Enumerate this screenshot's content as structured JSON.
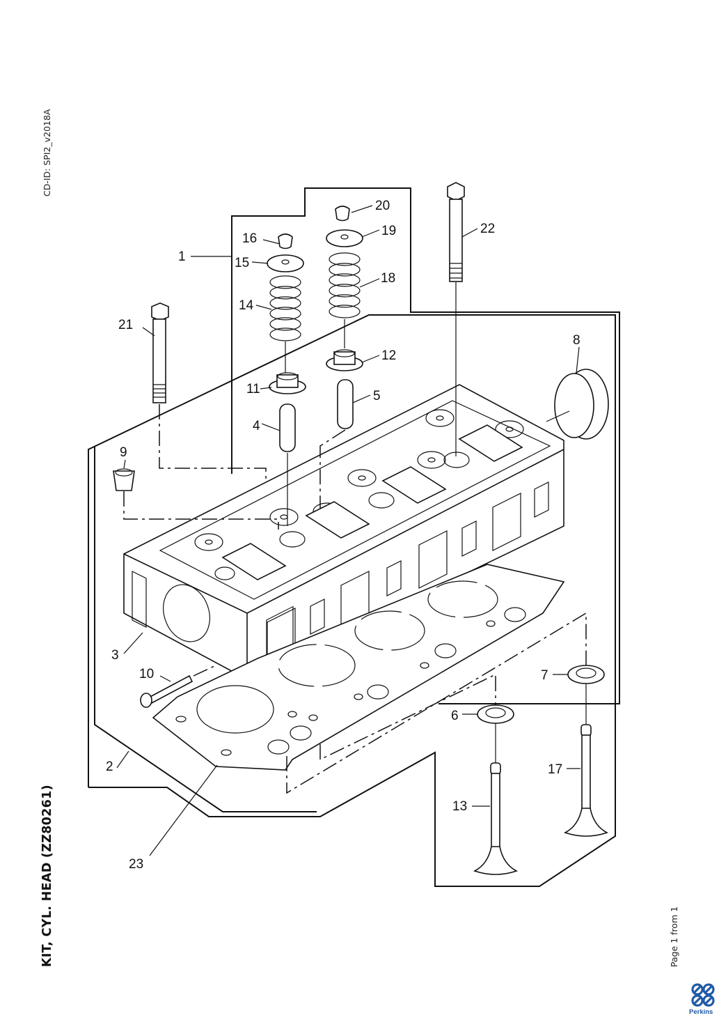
{
  "document": {
    "cd_id": "CD-ID: SPI2_v2018A",
    "title": "KIT, CYL. HEAD (ZZ80261)",
    "page_indicator": "Page 1 from 1",
    "brand": "Perkins",
    "brand_color": "#1f5aa6"
  },
  "diagram": {
    "type": "exploded-parts-view",
    "subject": "Cylinder head kit",
    "callouts": [
      {
        "id": "1",
        "label": "1"
      },
      {
        "id": "2",
        "label": "2"
      },
      {
        "id": "3",
        "label": "3"
      },
      {
        "id": "4",
        "label": "4"
      },
      {
        "id": "5",
        "label": "5"
      },
      {
        "id": "6",
        "label": "6"
      },
      {
        "id": "7",
        "label": "7"
      },
      {
        "id": "8",
        "label": "8"
      },
      {
        "id": "9",
        "label": "9"
      },
      {
        "id": "10",
        "label": "10"
      },
      {
        "id": "11",
        "label": "11"
      },
      {
        "id": "12",
        "label": "12"
      },
      {
        "id": "13",
        "label": "13"
      },
      {
        "id": "14",
        "label": "14"
      },
      {
        "id": "15",
        "label": "15"
      },
      {
        "id": "16",
        "label": "16"
      },
      {
        "id": "17",
        "label": "17"
      },
      {
        "id": "18",
        "label": "18"
      },
      {
        "id": "19",
        "label": "19"
      },
      {
        "id": "20",
        "label": "20"
      },
      {
        "id": "21",
        "label": "21"
      },
      {
        "id": "22",
        "label": "22"
      },
      {
        "id": "23",
        "label": "23"
      }
    ]
  }
}
